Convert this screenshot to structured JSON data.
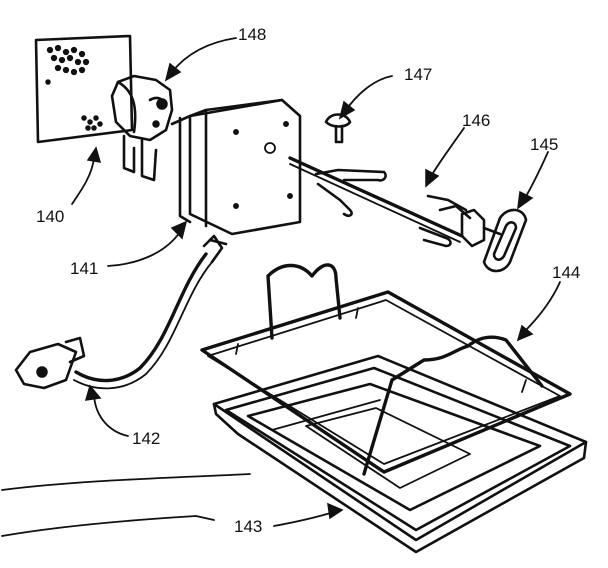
{
  "callouts": [
    {
      "id": "140",
      "text": "140"
    },
    {
      "id": "141",
      "text": "141"
    },
    {
      "id": "142",
      "text": "142"
    },
    {
      "id": "143",
      "text": "143"
    },
    {
      "id": "144",
      "text": "144"
    },
    {
      "id": "145",
      "text": "145"
    },
    {
      "id": "146",
      "text": "146"
    },
    {
      "id": "147",
      "text": "147"
    },
    {
      "id": "148",
      "text": "148"
    }
  ]
}
